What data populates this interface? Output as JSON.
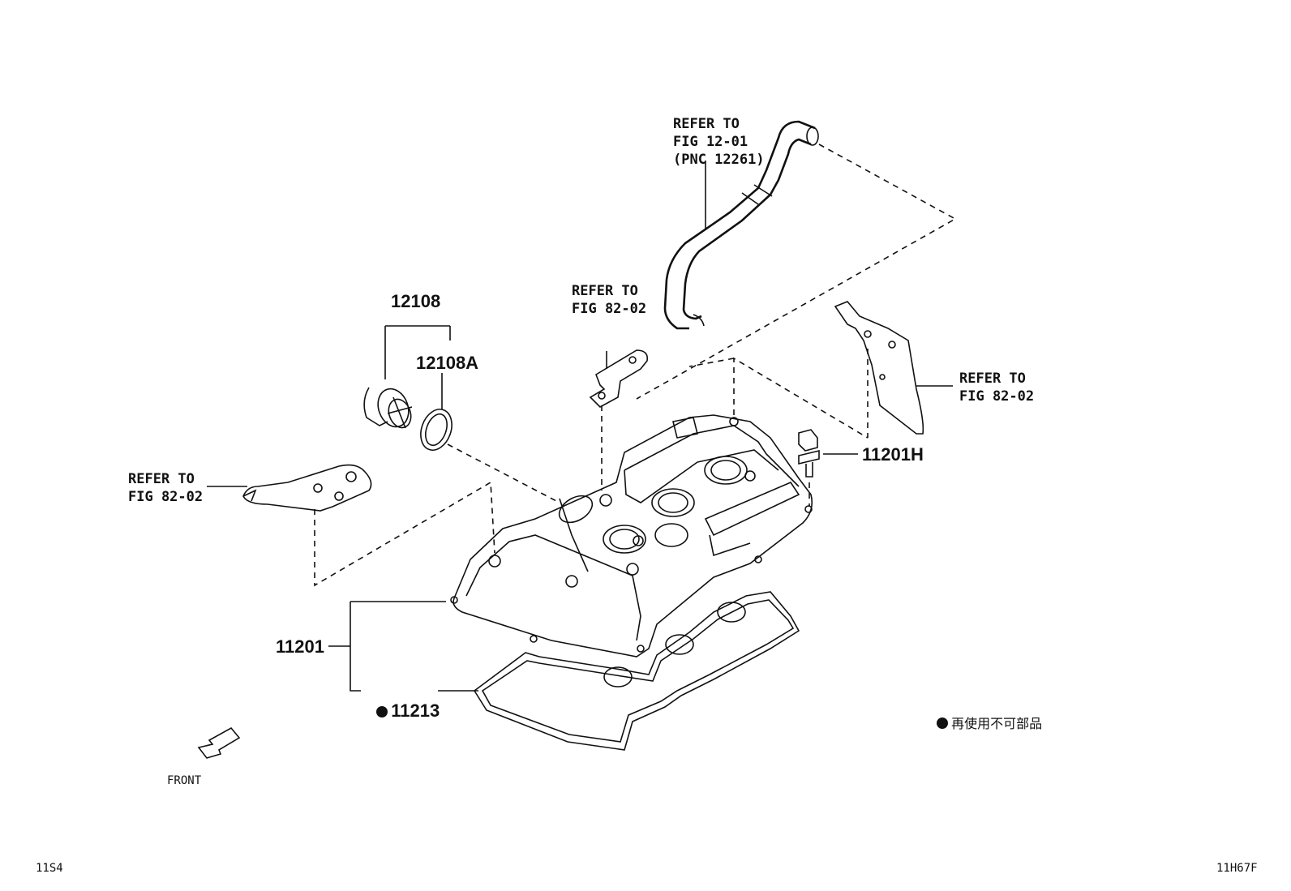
{
  "refs": {
    "hose": [
      "REFER TO",
      "FIG 12-01",
      "(PNC 12261)"
    ],
    "bracket_center": [
      "REFER TO",
      "FIG 82-02"
    ],
    "bracket_right": [
      "REFER TO",
      "FIG 82-02"
    ],
    "bracket_left": [
      "REFER TO",
      "FIG 82-02"
    ]
  },
  "parts": {
    "p12108": "12108",
    "p12108A": "12108A",
    "p11201H": "11201H",
    "p11201": "11201",
    "p11213": "11213"
  },
  "legend": {
    "text": "再使用不可部品"
  },
  "front": {
    "label": "FRONT"
  },
  "footer": {
    "left": "11S4",
    "right": "11H67F"
  }
}
